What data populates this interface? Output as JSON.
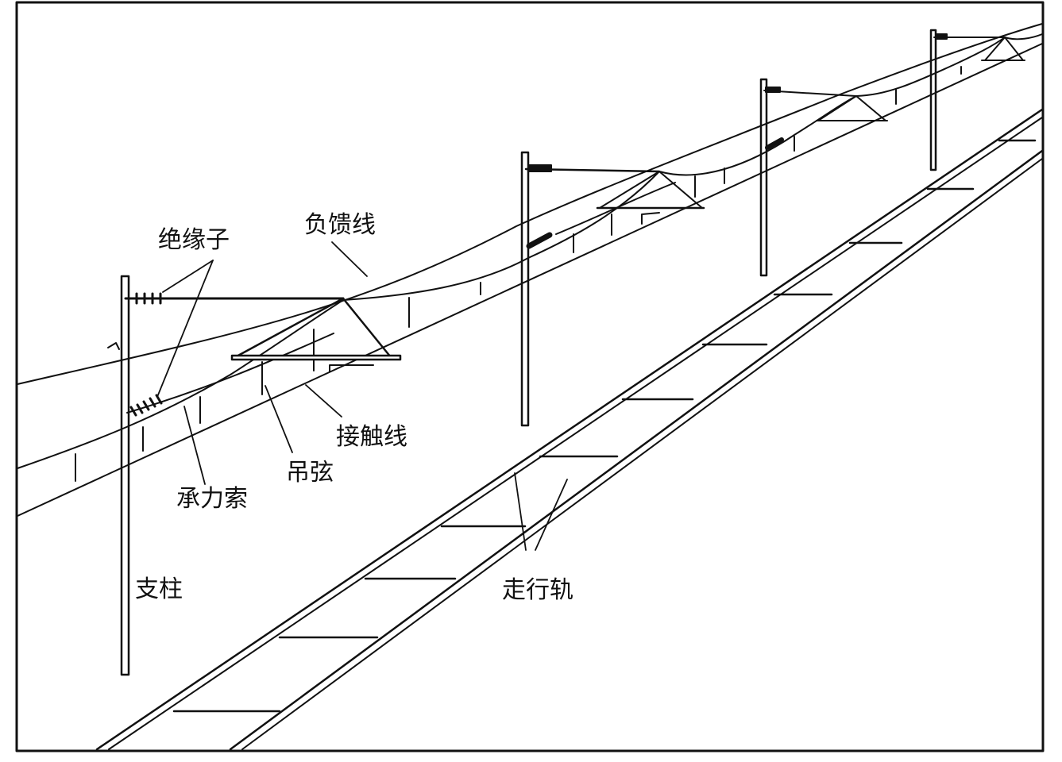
{
  "labels": {
    "insulator": "绝缘子",
    "negative_feeder": "负馈线",
    "contact_wire": "接触线",
    "dropper": "吊弦",
    "messenger_wire": "承力索",
    "pole": "支柱",
    "running_rail": "走行轨"
  },
  "colors": {
    "line": "#111111",
    "background": "#ffffff"
  }
}
